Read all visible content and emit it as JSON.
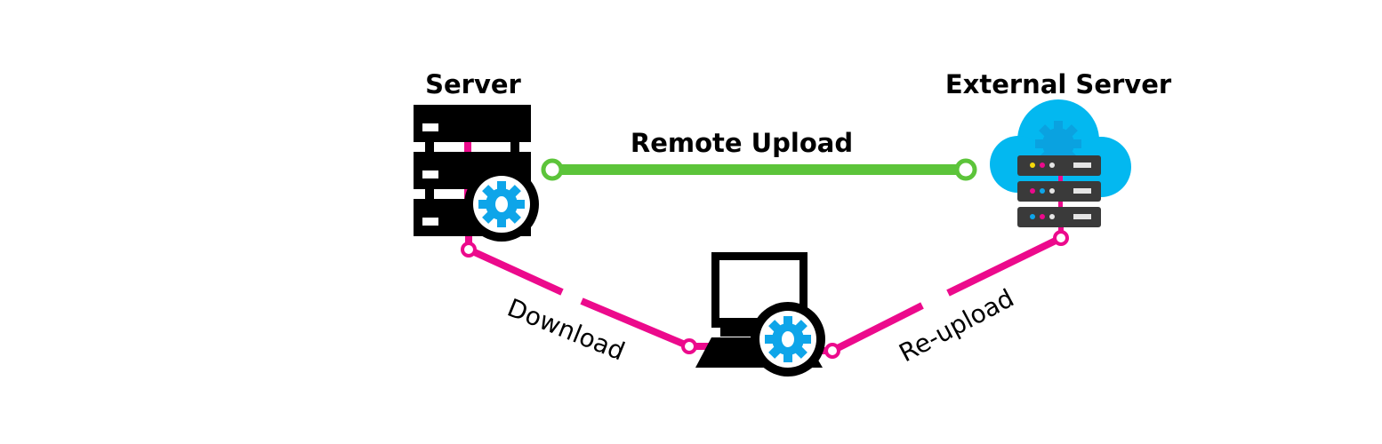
{
  "nodes": {
    "server": {
      "label": "Server",
      "icon": "server-rack-with-gear-icon"
    },
    "external_server": {
      "label": "External Server",
      "icon": "cloud-server-icon"
    },
    "computer": {
      "icon": "computer-with-gear-icon"
    }
  },
  "edges": {
    "remote_upload": {
      "label": "Remote Upload",
      "color": "#5cc43a"
    },
    "download": {
      "label": "Download",
      "color": "#ec0a8c"
    },
    "reupload": {
      "label": "Re-upload",
      "color": "#ec0a8c"
    }
  },
  "colors": {
    "icon_black": "#000000",
    "gear_blue": "#0ea5e9",
    "cloud_blue": "#03b8f0",
    "cloud_blue_dark": "#0aa2e0",
    "rack_gray": "#3a3a3a"
  }
}
